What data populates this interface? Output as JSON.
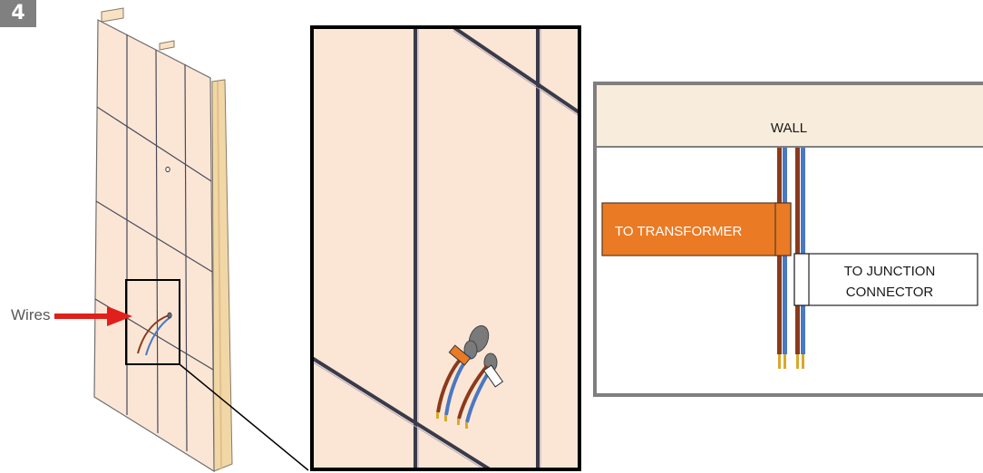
{
  "step": {
    "number": "4"
  },
  "labels": {
    "wires": "Wires"
  },
  "schematic": {
    "wall_label": "WALL",
    "transformer_label": "TO TRANSFORMER",
    "junction_line1": "TO JUNCTION",
    "junction_line2": "CONNECTOR"
  },
  "colors": {
    "panel_fill": "#fbe6d6",
    "frame_edge": "#f2d7a6",
    "wire_brown": "#8b3a1a",
    "wire_blue": "#4a78c2",
    "transformer_box": "#ea7a24",
    "arrow_red": "#e0201b",
    "border_gray": "#7f7f7f"
  }
}
